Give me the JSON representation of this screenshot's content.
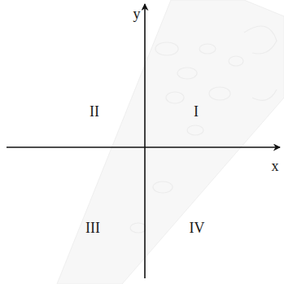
{
  "diagram": {
    "labels": [
      "y",
      "II",
      "I",
      "x",
      "III",
      "IV"
    ]
  }
}
